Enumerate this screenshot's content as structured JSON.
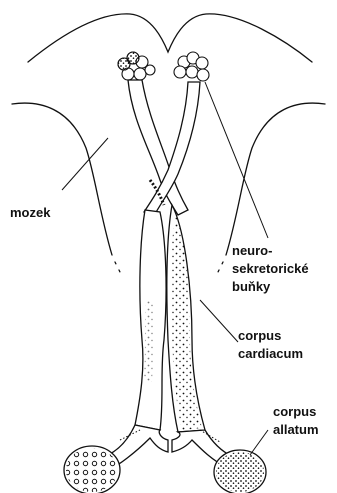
{
  "labels": {
    "brain": "mozek",
    "neuro_1": "neuro-",
    "neuro_2": "sekretorické",
    "neuro_3": "buňky",
    "cc_1": "corpus",
    "cc_2": "cardiacum",
    "ca_1": "corpus",
    "ca_2": "allatum"
  },
  "colors": {
    "line": "#111111",
    "background": "#ffffff"
  }
}
